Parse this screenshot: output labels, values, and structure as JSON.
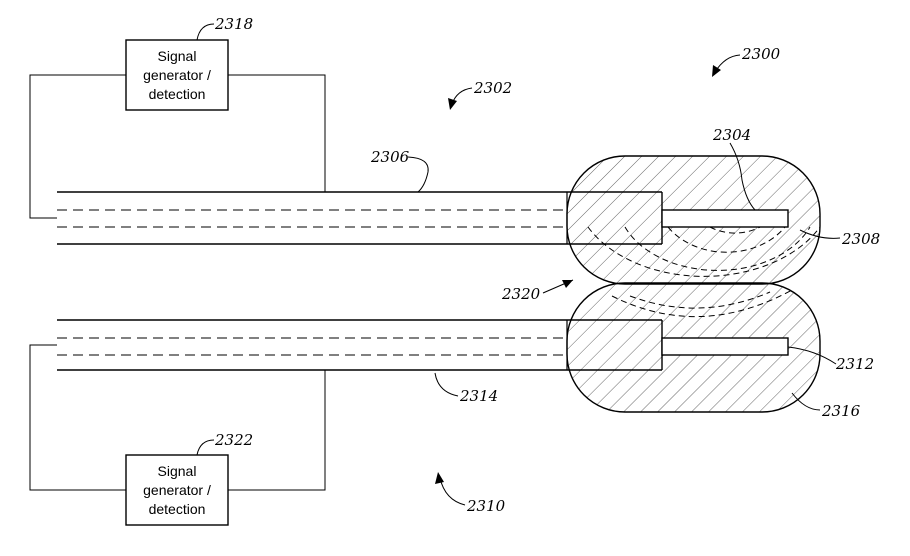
{
  "figure": {
    "top_box": {
      "lines": [
        "Signal",
        "generator /",
        "detection"
      ],
      "ref": "2318"
    },
    "bottom_box": {
      "lines": [
        "Signal",
        "generator /",
        "detection"
      ],
      "ref": "2322"
    },
    "refs": {
      "assembly": "2300",
      "upper_probe": "2302",
      "upper_tip": "2304",
      "upper_line": "2306",
      "upper_cap": "2308",
      "lower_probe": "2310",
      "lower_tip": "2312",
      "lower_line": "2314",
      "lower_cap": "2316",
      "contact": "2320"
    }
  },
  "colors": {
    "stroke": "#000000",
    "background": "#ffffff"
  }
}
